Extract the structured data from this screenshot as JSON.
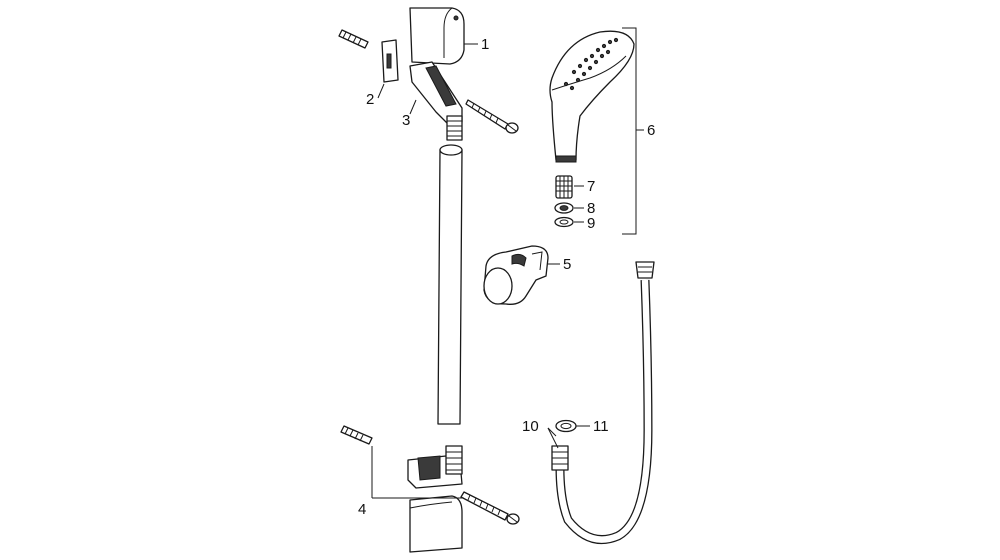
{
  "diagram": {
    "callouts": {
      "c1": "1",
      "c2": "2",
      "c3": "3",
      "c4": "4",
      "c5": "5",
      "c6": "6",
      "c7": "7",
      "c8": "8",
      "c9": "9",
      "c10": "10",
      "c11": "11"
    },
    "colors": {
      "line": "#1a1a1a",
      "fill": "#ffffff",
      "shade": "#3a3a3a"
    }
  }
}
